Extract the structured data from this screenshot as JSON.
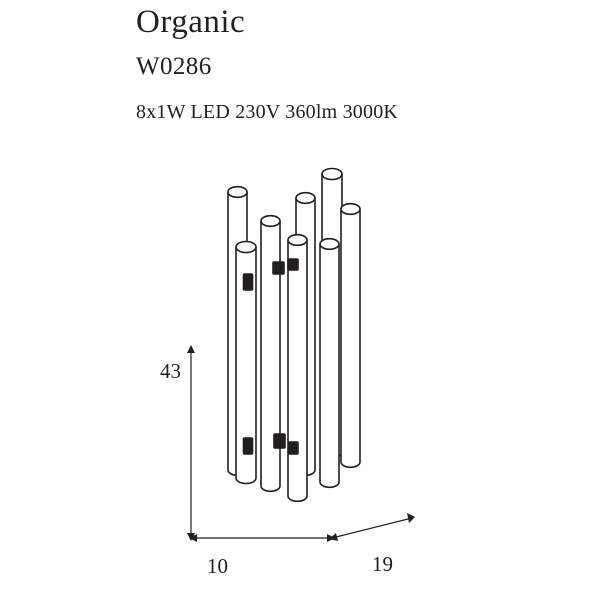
{
  "header": {
    "title": "Organic",
    "code": "W0286",
    "specs": "8x1W  LED  230V  360lm  3000K"
  },
  "dimensions": {
    "height_label": "43",
    "width_label": "10",
    "depth_label": "19"
  },
  "colors": {
    "line": "#231f20",
    "fill": "#ffffff",
    "accent": "#000000",
    "background": "#ffffff"
  },
  "drawing": {
    "name": "organic-wall-lamp-technical-drawing",
    "description": "Technical line drawing of a wall lamp made of multiple vertical cylindrical tubes of varying heights with small cylindrical connector blocks, shown with dimension lines"
  }
}
